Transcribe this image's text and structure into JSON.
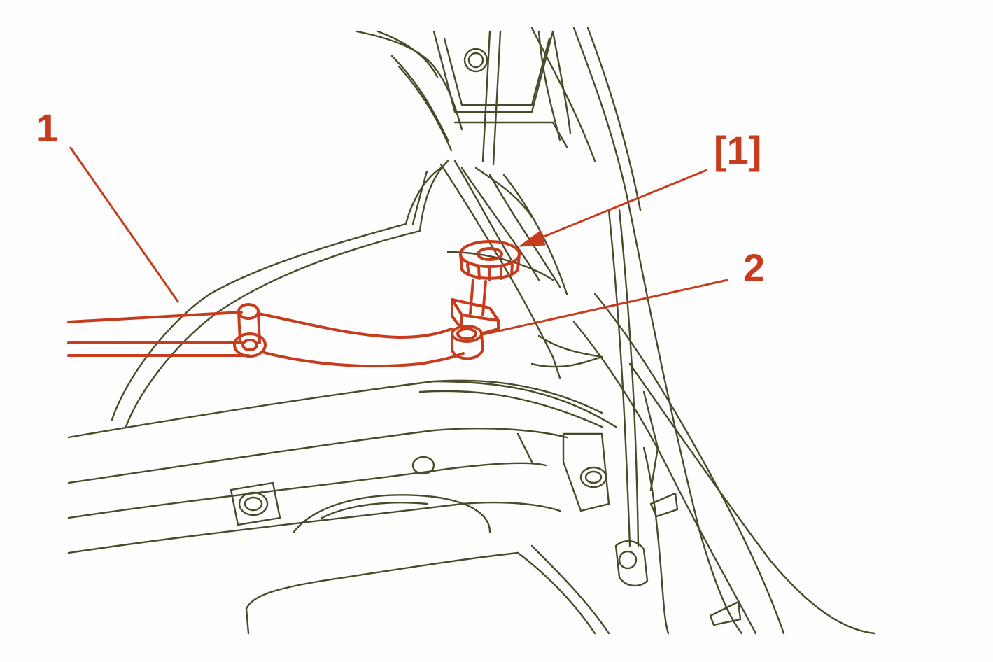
{
  "callouts": {
    "label_1": "1",
    "label_bracket_1": "[1]",
    "label_2": "2"
  },
  "colors": {
    "highlight": "#c83c1e",
    "line_art": "#4a4a28",
    "background": "#fefefe"
  }
}
